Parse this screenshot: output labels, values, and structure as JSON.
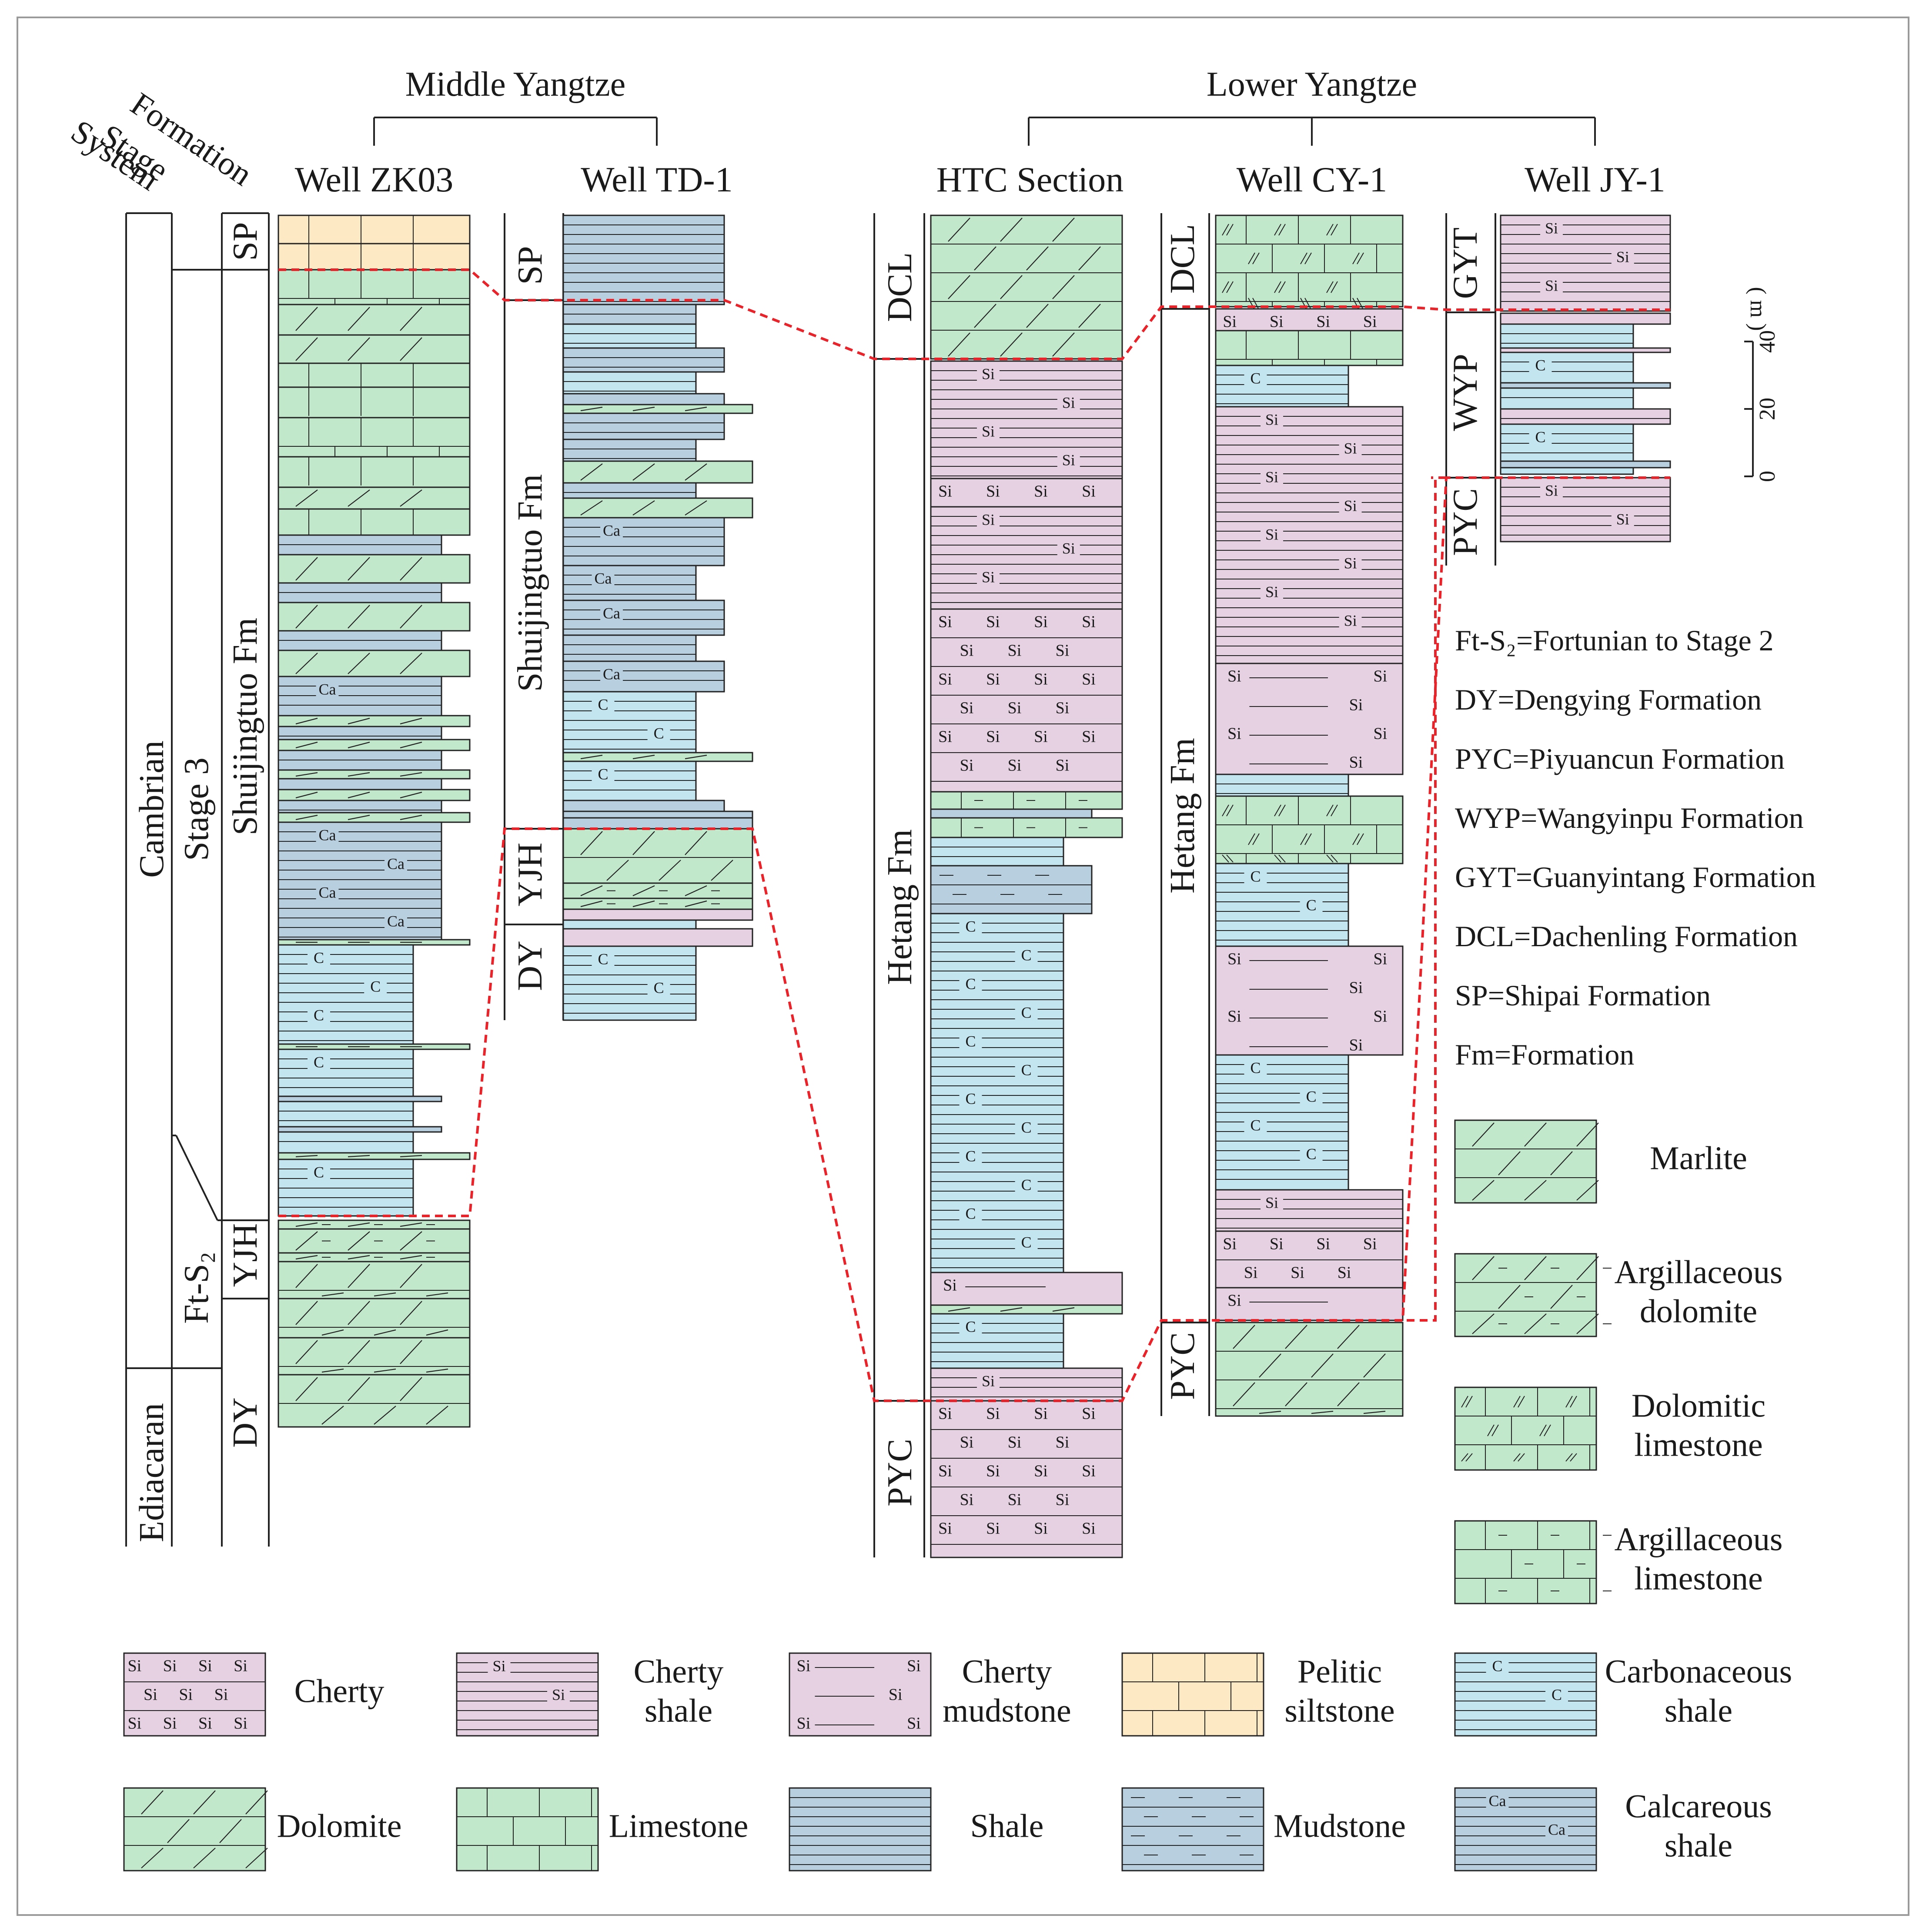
{
  "headings": {
    "middle": "Middle Yangtze",
    "lower": "Lower Yangtze"
  },
  "corner_headers": {
    "formation": "Formation",
    "stage": "Stage",
    "system": "System"
  },
  "sections": {
    "zk03": "Well ZK03",
    "td1": "Well TD-1",
    "htc": "HTC Section",
    "cy1": "Well CY-1",
    "jy1": "Well JY-1"
  },
  "strat": {
    "cambrian": "Cambrian",
    "ediacaran": "Ediacaran",
    "stage3": "Stage 3",
    "ft_s2": "Ft-S₂",
    "sp": "SP",
    "shuijingtuo_fm": "Shuijingtuo Fm",
    "yjh": "YJH",
    "dy": "DY",
    "dcl": "DCL",
    "hetang_fm": "Hetang Fm",
    "pyc": "PYC",
    "gyt": "GYT",
    "wyp": "WYP"
  },
  "lith_letters": {
    "si": "Si",
    "c": "C",
    "ca": "Ca"
  },
  "scale_bar": {
    "unit": "( m )",
    "ticks": [
      "40",
      "20",
      "0"
    ]
  },
  "abbreviations": [
    "Ft-S₂=Fortunian to Stage 2",
    "DY=Dengying Formation",
    "PYC=Piyuancun Formation",
    "WYP=Wangyinpu Formation",
    "GYT=Guanyintang Formation",
    "DCL=Dachenling Formation",
    "SP=Shipai Formation",
    "Fm=Formation"
  ],
  "legend_right": [
    {
      "key": "marlite",
      "lines": [
        "Marlite"
      ]
    },
    {
      "key": "argdolo",
      "lines": [
        "Argillaceous",
        "dolomite"
      ]
    },
    {
      "key": "dololime",
      "lines": [
        "Dolomitic",
        "limestone"
      ]
    },
    {
      "key": "arglime",
      "lines": [
        "Argillaceous",
        "limestone"
      ]
    }
  ],
  "legend_bottom": [
    {
      "key": "cherty",
      "lines": [
        "Cherty"
      ]
    },
    {
      "key": "chshale",
      "lines": [
        "Cherty",
        "shale"
      ]
    },
    {
      "key": "chmud",
      "lines": [
        "Cherty",
        "mudstone"
      ]
    },
    {
      "key": "pelitic",
      "lines": [
        "Pelitic",
        "siltstone"
      ]
    },
    {
      "key": "carb",
      "lines": [
        "Carbonaceous",
        "shale"
      ]
    },
    {
      "key": "dolomite",
      "lines": [
        "Dolomite"
      ]
    },
    {
      "key": "limestone",
      "lines": [
        "Limestone"
      ]
    },
    {
      "key": "shale",
      "lines": [
        "Shale"
      ]
    },
    {
      "key": "mudstone",
      "lines": [
        "Mudstone"
      ]
    },
    {
      "key": "calc",
      "lines": [
        "Calcareous",
        "shale"
      ]
    }
  ],
  "colors": {
    "green": "#c2e8cc",
    "pink": "#e6d1e3",
    "blue": "#c2e5f0",
    "slate": "#b8cfe0",
    "cream": "#fde9c4",
    "correlation": "#e8232a",
    "line": "#222222"
  }
}
